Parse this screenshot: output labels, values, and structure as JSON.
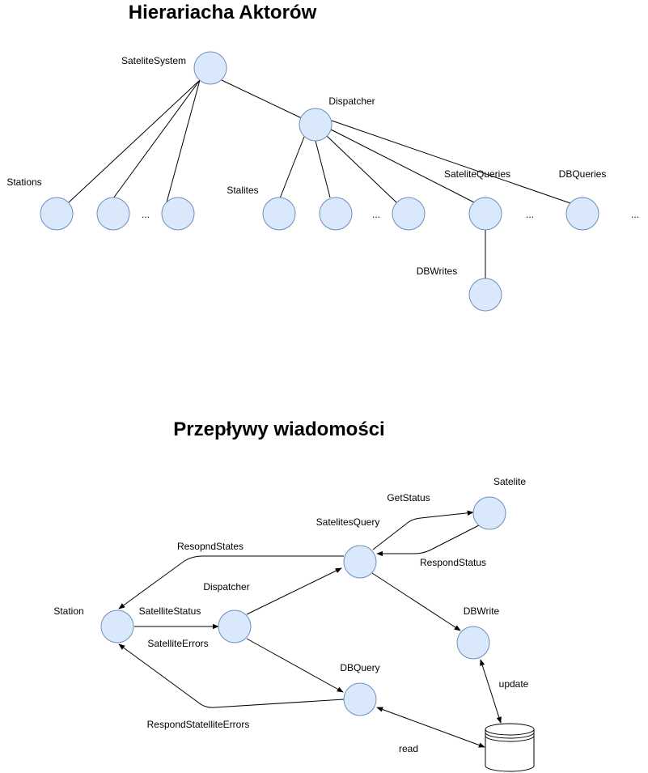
{
  "hierarchy": {
    "title": "Hierariacha Aktorów",
    "labels": {
      "satelite_system": "SateliteSystem",
      "dispatcher": "Dispatcher",
      "stations": "Stations",
      "stalites": "Stalites",
      "satelite_queries": "SateliteQueries",
      "db_queries": "DBQueries",
      "db_writes": "DBWrites",
      "ellipsis": "..."
    }
  },
  "flows": {
    "title": "Przepływy wiadomości",
    "actors": {
      "station": "Station",
      "dispatcher": "Dispatcher",
      "satelites_query": "SatelitesQuery",
      "satelite": "Satelite",
      "db_write": "DBWrite",
      "db_query": "DBQuery"
    },
    "messages": {
      "get_status": "GetStatus",
      "respond_status": "RespondStatus",
      "resopnd_states": "ResopndStates",
      "satellite_status": "SatelliteStatus",
      "satellite_errors": "SatelliteErrors",
      "respond_statellite_errors": "RespondStatelliteErrors",
      "update": "update",
      "read": "read"
    }
  },
  "colors": {
    "node_fill": "#dae8fc",
    "node_stroke": "#6c8ebf",
    "edge": "#000000"
  }
}
